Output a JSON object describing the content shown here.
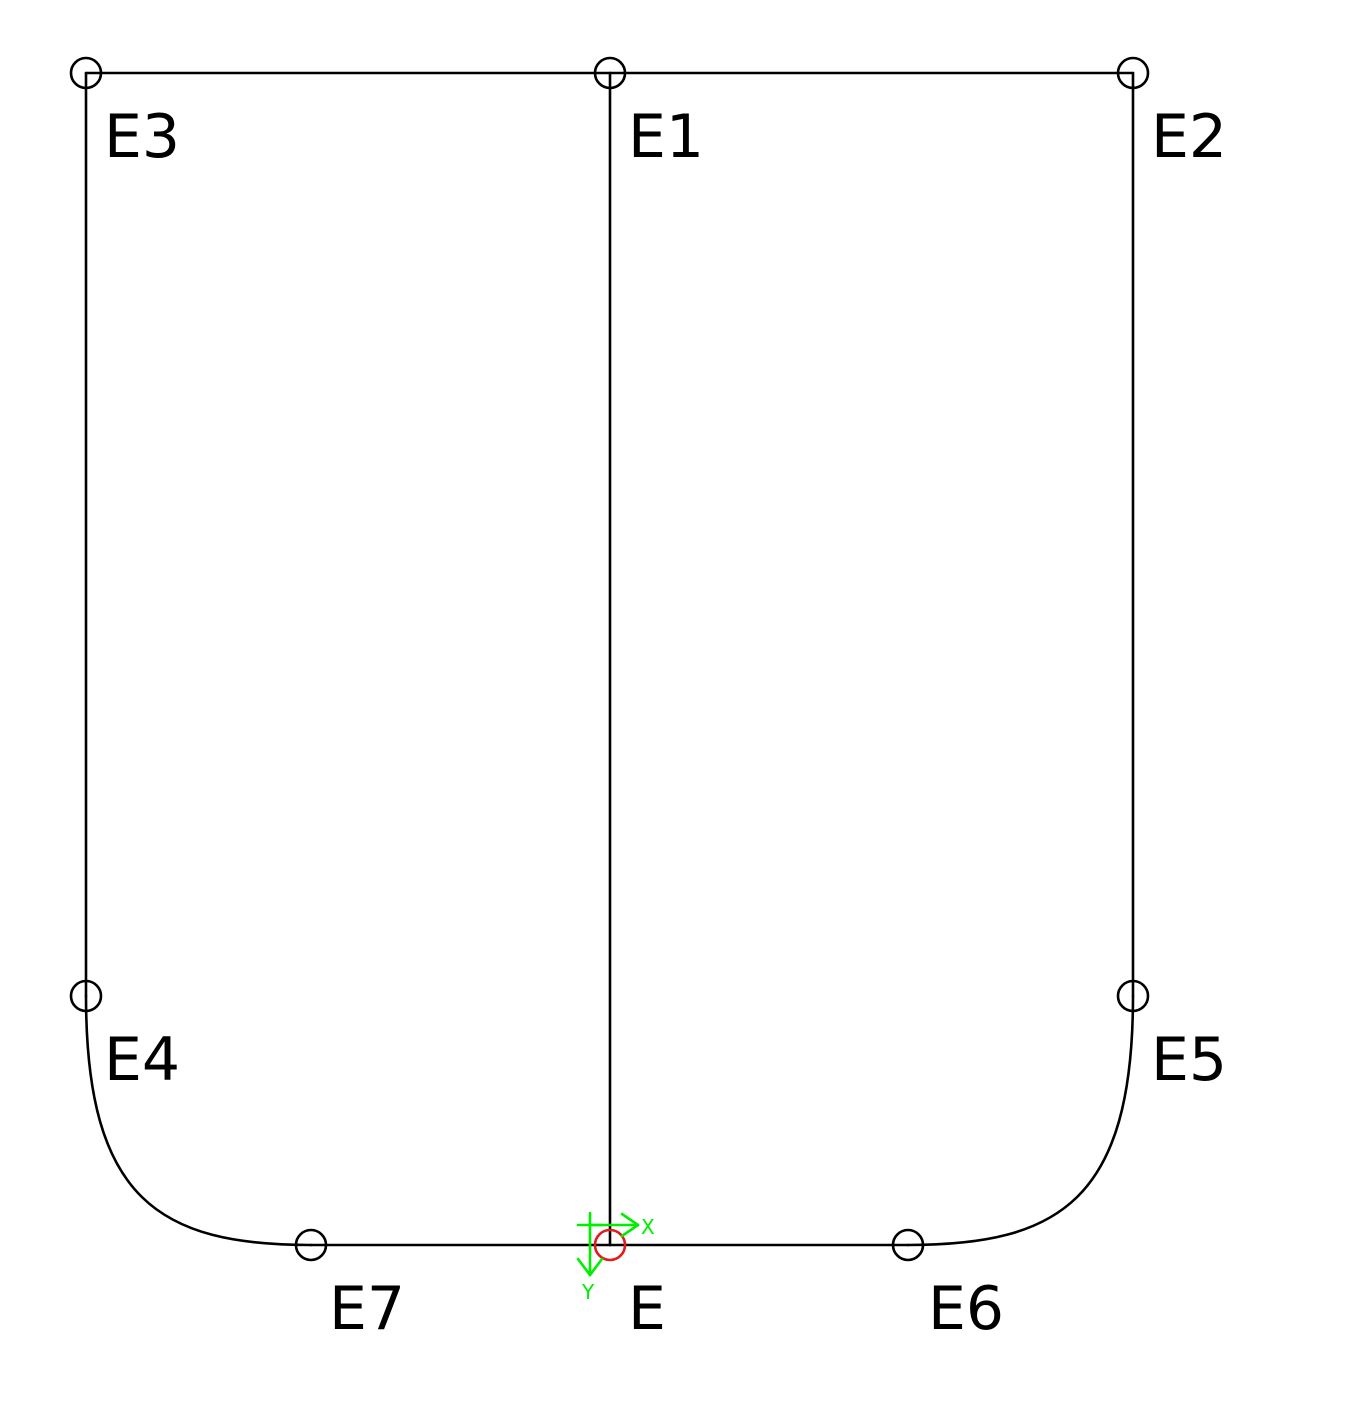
{
  "colors": {
    "lines": "#000000",
    "origin_marker": "#e21b1b",
    "axis_triad": "#00ee00",
    "background": "#ffffff"
  },
  "nodes": {
    "e": "E",
    "e1": "E1",
    "e2": "E2",
    "e3": "E3",
    "e4": "E4",
    "e5": "E5",
    "e6": "E6",
    "e7": "E7"
  },
  "axes": {
    "x_label": "X",
    "y_label": "Y"
  }
}
